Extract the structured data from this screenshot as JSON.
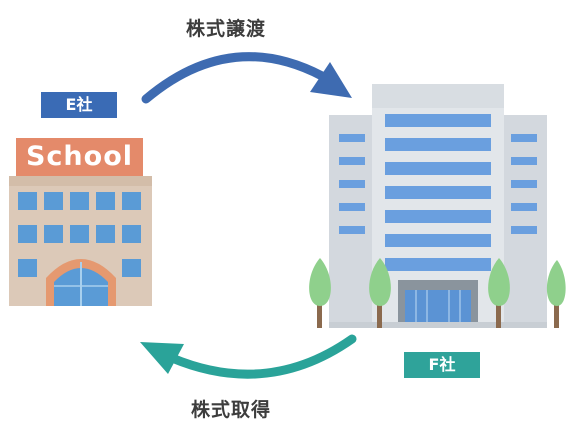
{
  "top_label": "株式譲渡",
  "bottom_label": "株式取得",
  "company_e": {
    "label": "E社",
    "badge_color": "#3a6bb5"
  },
  "company_f": {
    "label": "F社",
    "badge_color": "#2fa39a"
  },
  "school_sign": "School",
  "arrows": {
    "top_color": "#3e6bb1",
    "bottom_color": "#2aa399"
  },
  "icons": {
    "school_building": "school-building-icon",
    "office_building": "office-building-icon",
    "tree": "tree-icon"
  }
}
